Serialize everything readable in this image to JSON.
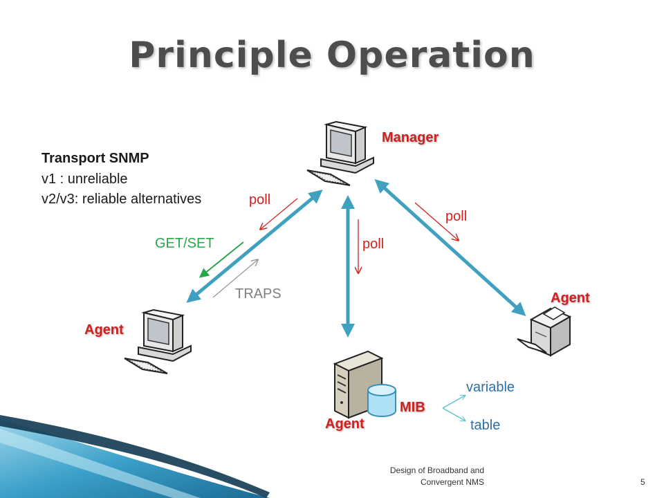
{
  "title": "Principle Operation",
  "transport": {
    "heading": "Transport SNMP",
    "v1": "v1 : unreliable",
    "v2v3": "v2/v3: reliable alternatives"
  },
  "nodes": {
    "manager": "Manager",
    "agent_left": "Agent",
    "agent_right": "Agent",
    "agent_bottom": "Agent",
    "mib": "MIB"
  },
  "labels": {
    "poll_left": "poll",
    "poll_center": "poll",
    "poll_right": "poll",
    "getset": "GET/SET",
    "traps": "TRAPS",
    "variable": "variable",
    "table": "table"
  },
  "footer": {
    "line1": "Design of Broadband and",
    "line2": "Convergent NMS",
    "page": "5"
  },
  "colors": {
    "main_arrow": "#3fa0c0",
    "poll_arrow": "#d02020",
    "getset_arrow": "#2aa64a",
    "traps_arrow": "#999999",
    "mib_branch": "#5cc3c8",
    "label_red": "#d02020"
  },
  "icons": [
    "computer-icon",
    "server-icon",
    "database-icon",
    "printer-icon"
  ]
}
